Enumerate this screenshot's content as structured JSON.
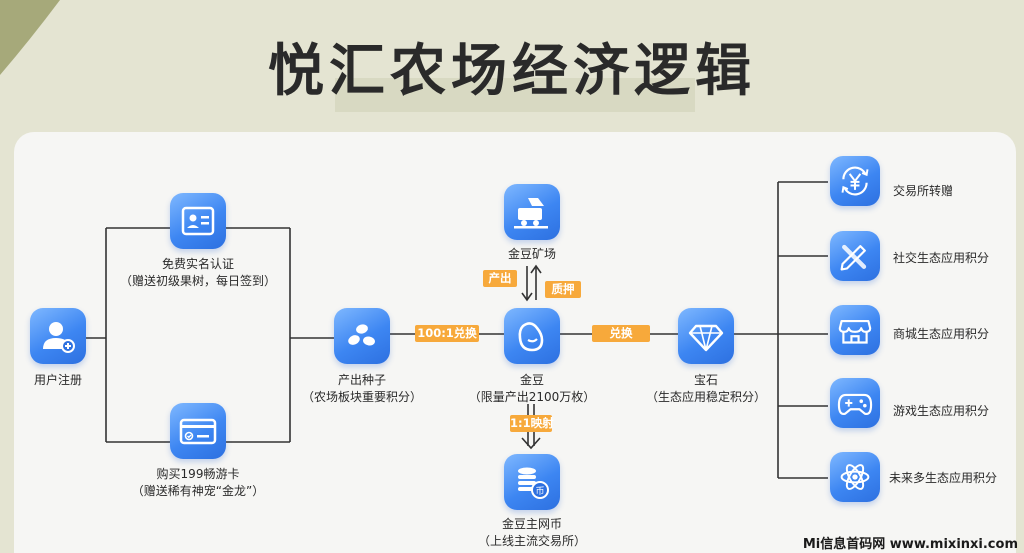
{
  "title": "悦汇农场经济逻辑",
  "nodes": {
    "user_register": "用户注册",
    "real_name": {
      "line1": "免费实名认证",
      "line2": "（赠送初级果树，每日签到）"
    },
    "buy_card": {
      "line1": "购买199畅游卡",
      "line2": "（赠送稀有神宠“金龙”）"
    },
    "seed": {
      "line1": "产出种子",
      "line2": "（农场板块重要积分）"
    },
    "mine": "金豆矿场",
    "golden_bean": {
      "line1": "金豆",
      "line2": "（限量产出2100万枚）"
    },
    "mainnet_coin": {
      "line1": "金豆主网币",
      "line2": "（上线主流交易所）"
    },
    "gem": {
      "line1": "宝石",
      "line2": "（生态应用稳定积分）"
    }
  },
  "tags": {
    "seed_to_bean": "100:1兑换",
    "bean_to_gem": "兑换",
    "produce": "产出",
    "pledge": "质押",
    "mapping": "1:1映射"
  },
  "outputs": [
    {
      "label": "交易所转赠",
      "icon": "yen-exchange-icon"
    },
    {
      "label": "社交生态应用积分",
      "icon": "pencil-ruler-icon"
    },
    {
      "label": "商城生态应用积分",
      "icon": "shop-icon"
    },
    {
      "label": "游戏生态应用积分",
      "icon": "gamepad-icon"
    },
    {
      "label": "未来多生态应用积分",
      "icon": "atom-icon"
    }
  ],
  "watermark": "Mi信息首码网 www.mixinxi.com",
  "colors": {
    "icon_blue": "#3d86f2",
    "tag_orange": "#f7a93b",
    "line": "#333333",
    "card": "#f6f6f4",
    "background": "#e4e4d2"
  }
}
